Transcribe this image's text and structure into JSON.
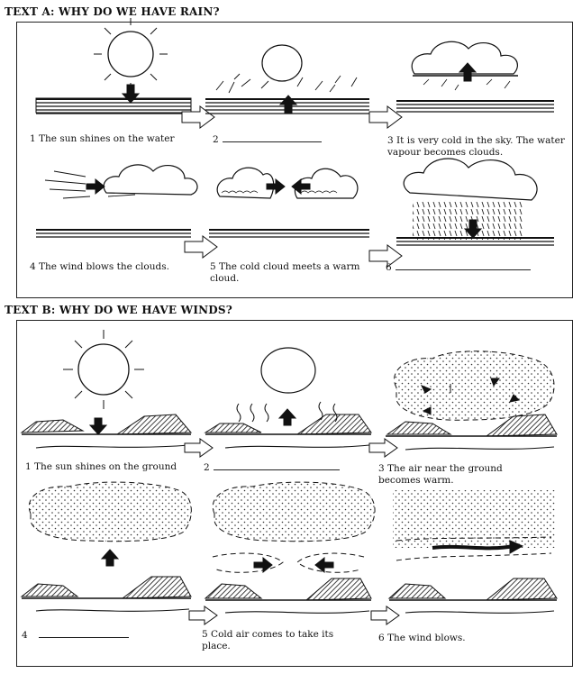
{
  "text_a": {
    "title": "TEXT A: WHY DO WE HAVE RAIN?",
    "captions": [
      {
        "num": "1",
        "text": "The sun shines on the water"
      },
      {
        "num": "2",
        "text": ""
      },
      {
        "num": "3",
        "text": "It is very cold in the sky. The water vapour becomes clouds."
      },
      {
        "num": "4",
        "text": "The wind blows the clouds."
      },
      {
        "num": "5",
        "text": "The cold cloud meets a warm cloud."
      },
      {
        "num": "6",
        "text": ""
      }
    ]
  },
  "text_b": {
    "title": "TEXT B: WHY DO WE HAVE WINDS?",
    "captions": [
      {
        "num": "1",
        "text": "The sun shines on the ground"
      },
      {
        "num": "2",
        "text": ""
      },
      {
        "num": "3",
        "text": "The air near the ground becomes warm."
      },
      {
        "num": "4",
        "text": ""
      },
      {
        "num": "5",
        "text": "Cold air comes to take its place."
      },
      {
        "num": "6",
        "text": "The wind blows."
      }
    ]
  }
}
